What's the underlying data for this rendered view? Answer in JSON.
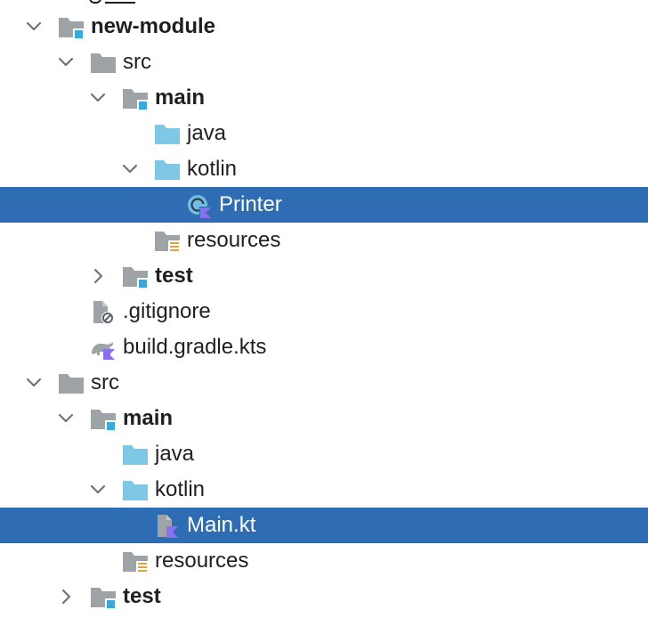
{
  "colors": {
    "selection": "#2e6db4",
    "folder_gray": "#9ea3a8",
    "folder_blue": "#7ec8e6",
    "module_badge": "#3aa8db",
    "kotlin_purple": "#8a6ff0",
    "resources_badge": "#e4a33a"
  },
  "tree": {
    "r1": {
      "label": "new-module",
      "icon": "module-folder-icon",
      "expanded": true
    },
    "r2": {
      "label": "src",
      "icon": "folder-icon",
      "expanded": true
    },
    "r3": {
      "label": "main",
      "icon": "source-root-folder-icon",
      "expanded": true
    },
    "r4": {
      "label": "java",
      "icon": "folder-icon"
    },
    "r5": {
      "label": "kotlin",
      "icon": "folder-icon",
      "expanded": true
    },
    "r6": {
      "label": "Printer",
      "icon": "kotlin-class-icon",
      "selected": true
    },
    "r7": {
      "label": "resources",
      "icon": "resources-folder-icon"
    },
    "r8": {
      "label": "test",
      "icon": "source-root-folder-icon",
      "expanded": false
    },
    "r9": {
      "label": ".gitignore",
      "icon": "ignored-file-icon"
    },
    "r10": {
      "label": "build.gradle.kts",
      "icon": "gradle-kotlin-icon"
    },
    "r11": {
      "label": "src",
      "icon": "folder-icon",
      "expanded": true
    },
    "r12": {
      "label": "main",
      "icon": "source-root-folder-icon",
      "expanded": true
    },
    "r13": {
      "label": "java",
      "icon": "folder-icon"
    },
    "r14": {
      "label": "kotlin",
      "icon": "folder-icon",
      "expanded": true
    },
    "r15": {
      "label": "Main.kt",
      "icon": "kotlin-file-icon",
      "selected": true
    },
    "r16": {
      "label": "resources",
      "icon": "resources-folder-icon"
    },
    "r17": {
      "label": "test",
      "icon": "source-root-folder-icon",
      "expanded": false
    }
  }
}
